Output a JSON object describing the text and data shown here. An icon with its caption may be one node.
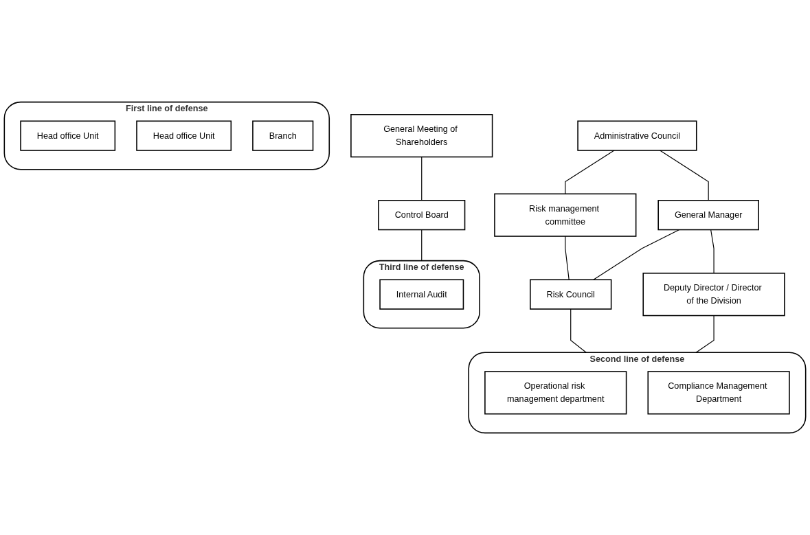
{
  "diagram": {
    "nodes": [
      {
        "text": [
          "General Meeting of Shareholders"
        ]
      },
      {
        "text": [
          "Control Board"
        ]
      },
      {
        "text": [
          "Administrative Council"
        ]
      },
      {
        "text": [
          "Risk management committee"
        ]
      },
      {
        "text": [
          "General Manager"
        ]
      },
      {
        "text": [
          "Risk Council"
        ]
      },
      {
        "text": [
          "Deputy Director / Director of the Division"
        ]
      },
      {
        "text": [
          "First line of defense"
        ]
      },
      {
        "text": [
          "Head office Unit"
        ],
        "in": 7
      },
      {
        "text": [
          "Head office Unit"
        ],
        "in": 7
      },
      {
        "text": [
          "Branch"
        ],
        "in": 7
      },
      {
        "text": [
          "Second line of defense"
        ]
      },
      {
        "text": [
          "Operational risk management department"
        ],
        "in": 11
      },
      {
        "text": [
          "Compliance Management Department"
        ],
        "in": 11
      },
      {
        "text": [
          "Third line of defense"
        ]
      },
      {
        "text": [
          "Internal Audit"
        ],
        "in": 14
      }
    ],
    "edges": [
      {
        "from": 0,
        "to": 1,
        "arrow": "none"
      },
      {
        "from": 1,
        "to": 14,
        "arrow": "none"
      },
      {
        "from": 2,
        "to": 3,
        "arrow": "none"
      },
      {
        "from": 2,
        "to": 4,
        "arrow": "none"
      },
      {
        "from": 3,
        "to": 5,
        "arrow": "none"
      },
      {
        "from": 4,
        "to": 5,
        "arrow": "none"
      },
      {
        "from": 4,
        "to": 6,
        "arrow": "none"
      },
      {
        "from": 5,
        "to": 11,
        "arrow": "none"
      },
      {
        "from": 6,
        "to": 11,
        "arrow": "none"
      }
    ]
  }
}
